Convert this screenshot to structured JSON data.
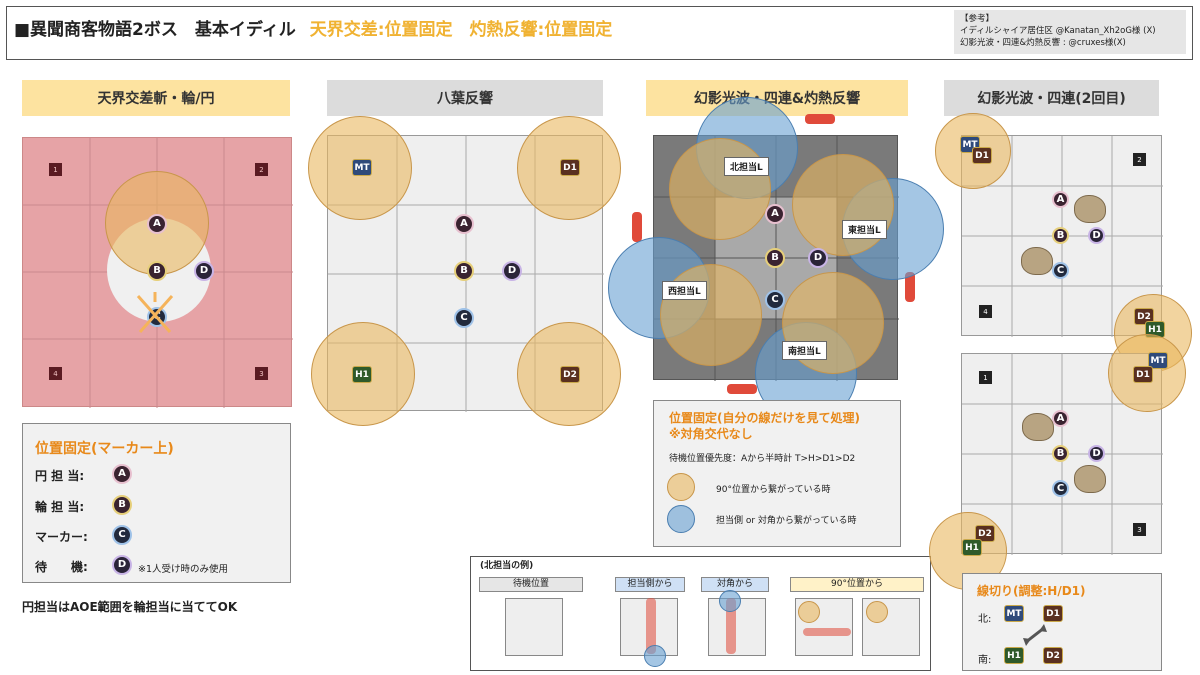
{
  "header": {
    "title": "■異聞商客物語2ボス　基本イディル",
    "title_highlight": "天界交差:位置固定　灼熱反響:位置固定",
    "ref_title": "【参考】",
    "ref_line1": "イディルシャイア居住区 @Kanatan_Xh2oG様 (X)",
    "ref_line2": "幻影光波・四連&灼熱反響 : @cruxes様(X)"
  },
  "sections": {
    "s1": "天界交差斬・輪/円",
    "s2": "八葉反響",
    "s3": "幻影光波・四連&灼熱反響",
    "s4": "幻影光波・四連(2回目)"
  },
  "markers": {
    "A": "A",
    "B": "B",
    "C": "C",
    "D": "D"
  },
  "waymarks": {
    "w1": "1",
    "w2": "2",
    "w3": "3",
    "w4": "4"
  },
  "roles": {
    "MT": "MT",
    "D1": "D1",
    "D2": "D2",
    "H1": "H1"
  },
  "legend1": {
    "title": "位置固定(マーカー上)",
    "r1": "円 担 当:",
    "r2": "輪 担 当:",
    "r3": "マーカー:",
    "r4": "待　　機:",
    "r4_note": "※1人受け時のみ使用"
  },
  "note1": "円担当はAOE範囲を輪担当に当ててOK",
  "panel3": {
    "north": "北担当L",
    "east": "東担当L",
    "west": "西担当L",
    "south": "南担当L"
  },
  "legend3": {
    "title1": "位置固定(自分の線だけを見て処理)",
    "title2": "※対角交代なし",
    "priority": "待機位置優先度：Aから半時計 T>H>D1>D2",
    "yellow": "90°位置から繋がっている時",
    "blue": "担当側 or 対角から繋がっている時"
  },
  "example": {
    "title": "(北担当の例)",
    "t1": "待機位置",
    "t2": "担当側から",
    "t3": "対角から",
    "t4": "90°位置から"
  },
  "tether": {
    "title": "線切り(調整:H/D1)",
    "north": "北:",
    "south": "南:"
  },
  "colors": {
    "accent": "#f0b232",
    "orange": "#e8891a",
    "red_floor": "#e6a3a6",
    "aoe_yellow": "#e9b85f",
    "aoe_blue": "#68a0d2"
  }
}
